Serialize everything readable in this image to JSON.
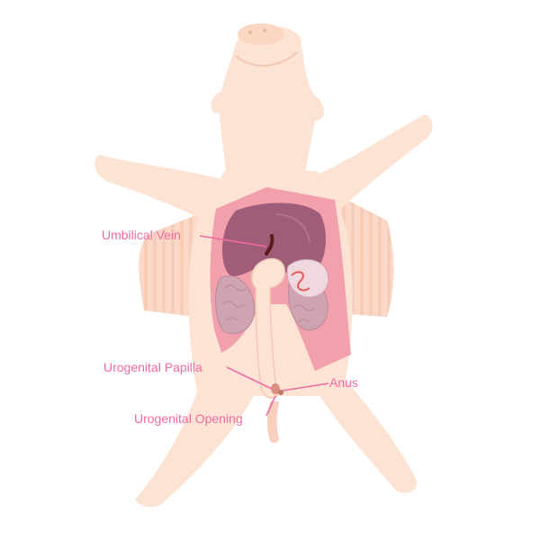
{
  "labels": {
    "umbilical_vein": "Umbilical Vein",
    "urogenital_papilla": "Urogenital Papilla",
    "anus": "Anus",
    "urogenital_opening": "Urogenital Opening"
  },
  "colors": {
    "skin": "#fde3d3",
    "skin_stripe": "#f6cdb8",
    "cavity": "#f2a0ac",
    "liver": "#a05d79",
    "intestine": "#cfa3b0",
    "umbilical_vein": "#5c1a1a",
    "label_line": "#f06aa3"
  }
}
